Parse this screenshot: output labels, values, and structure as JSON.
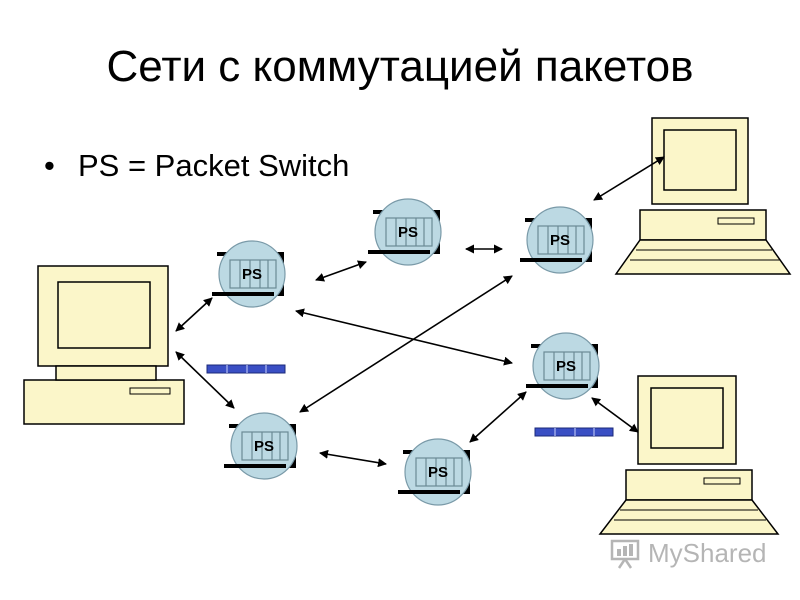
{
  "slide": {
    "title": "Сети с коммутацией пакетов",
    "bullet": "PS = Packet Switch"
  },
  "switches": [
    {
      "id": "ps1",
      "label": "PS"
    },
    {
      "id": "ps2",
      "label": "PS"
    },
    {
      "id": "ps3",
      "label": "PS"
    },
    {
      "id": "ps4",
      "label": "PS"
    },
    {
      "id": "ps5",
      "label": "PS"
    },
    {
      "id": "ps6",
      "label": "PS"
    }
  ],
  "computers": [
    "computer-left",
    "computer-top-right",
    "computer-bottom-right"
  ],
  "watermark": {
    "text": "MyShared"
  },
  "colors": {
    "switch_fill": "#bcd9e3",
    "computer_fill": "#fbf6c9",
    "packet_fill": "#3a4fc4",
    "arrow": "#000000"
  }
}
